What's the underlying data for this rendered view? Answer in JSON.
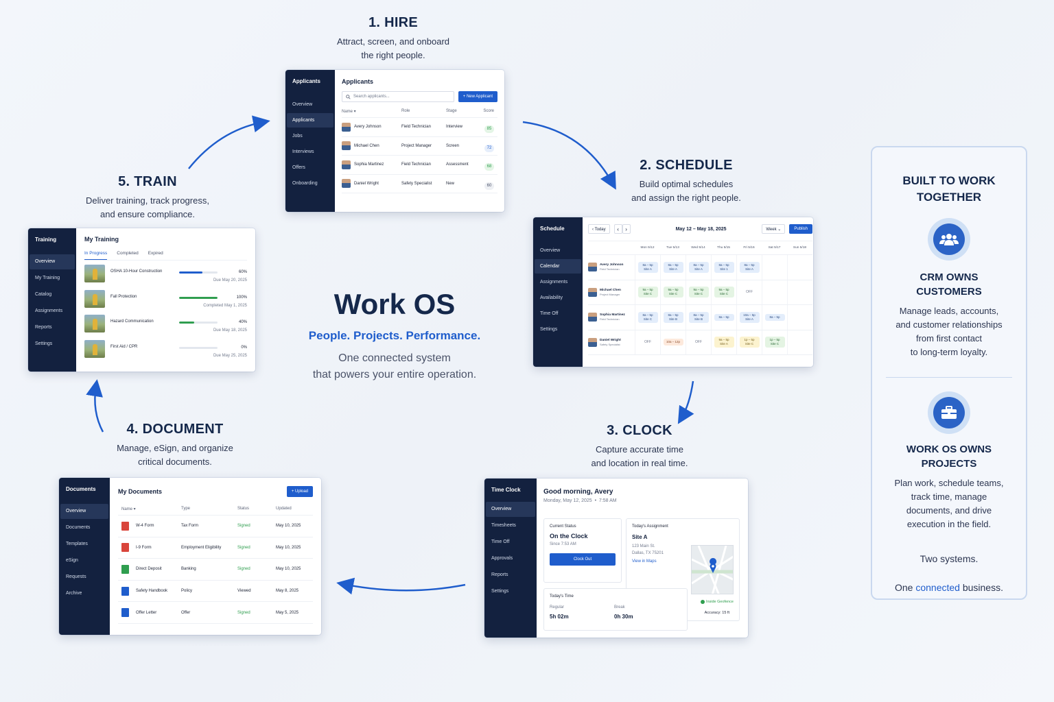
{
  "center": {
    "title": "Work OS",
    "tagline": "People. Projects. Performance.",
    "desc_line1": "One connected system",
    "desc_line2": "that powers your entire operation."
  },
  "steps": {
    "hire": {
      "title": "1. HIRE",
      "desc": "Attract, screen, and onboard\nthe right people."
    },
    "schedule": {
      "title": "2. SCHEDULE",
      "desc": "Build optimal schedules\nand assign the right people."
    },
    "clock": {
      "title": "3. CLOCK",
      "desc": "Capture accurate time\nand location in real time."
    },
    "document": {
      "title": "4. DOCUMENT",
      "desc": "Manage, eSign, and organize\ncritical documents."
    },
    "train": {
      "title": "5. TRAIN",
      "desc": "Deliver training, track progress,\nand ensure compliance."
    }
  },
  "applicants": {
    "side_title": "Applicants",
    "nav": [
      "Overview",
      "Applicants",
      "Jobs",
      "Interviews",
      "Offers",
      "Onboarding"
    ],
    "title": "Applicants",
    "search_placeholder": "Search applicants...",
    "new_button": "+ New Applicant",
    "headers": [
      "Name ▾",
      "Role",
      "Stage",
      "Score"
    ],
    "rows": [
      {
        "name": "Avery Johnson",
        "role": "Field Technician",
        "stage": "Interview",
        "score": "85"
      },
      {
        "name": "Michael Chen",
        "role": "Project Manager",
        "stage": "Screen",
        "score": "72"
      },
      {
        "name": "Sophia Martinez",
        "role": "Field Technician",
        "stage": "Assessment",
        "score": "68"
      },
      {
        "name": "Daniel Wright",
        "role": "Safety Specialist",
        "stage": "New",
        "score": "60"
      }
    ]
  },
  "schedule": {
    "side_title": "Schedule",
    "nav": [
      "Overview",
      "Calendar",
      "Assignments",
      "Availability",
      "Time Off",
      "Settings"
    ],
    "today": "Today",
    "prev": "‹",
    "next": "›",
    "range": "May 12 – May 18, 2025",
    "view": "Week",
    "publish": "Publish",
    "days": [
      "Mon 5/12",
      "Tue 5/13",
      "Wed 5/14",
      "Thu 5/15",
      "Fri 5/16",
      "Sat 5/17",
      "Sun 5/18"
    ],
    "people": [
      {
        "name": "Avery Johnson",
        "role": "Field Technician",
        "shifts": [
          "8a – 5p\nSite A",
          "8a – 5p\nSite A",
          "8a – 5p\nSite A",
          "8a – 5p\nSite 1",
          "8a – 5p\nSite A",
          "",
          ""
        ]
      },
      {
        "name": "Michael Chen",
        "role": "Project Manager",
        "shifts": [
          "9a – 5p\nSite C",
          "9a – 5p\nSite C",
          "9a – 5p\nSite C",
          "9a – 5p\nSite C",
          "OFF",
          "",
          ""
        ]
      },
      {
        "name": "Sophia Martinez",
        "role": "Field Technician",
        "shifts": [
          "8a – 5p\nSite C",
          "8a – 5p\nSite B",
          "8a – 5p\nSite B",
          "8a – 5p",
          "10a – 5p\nSite A",
          "8a – 5p",
          ""
        ]
      },
      {
        "name": "Daniel Wright",
        "role": "Safety Specialist",
        "shifts": [
          "OFF",
          "10a – 12p",
          "OFF",
          "9a – 5p\nSite A",
          "1p – 5p\nSite C",
          "1p – 5p\nSite C",
          ""
        ]
      }
    ]
  },
  "timeclock": {
    "side_title": "Time Clock",
    "nav": [
      "Overview",
      "Timesheets",
      "Time Off",
      "Approvals",
      "Reports",
      "Settings"
    ],
    "greeting": "Good morning, Avery",
    "date": "Monday, May 12, 2025  •  7:58 AM",
    "status_label": "Current Status",
    "status": "On the Clock",
    "since": "Since 7:53 AM",
    "clock_out": "Clock Out",
    "assign_label": "Today's Assignment",
    "site": "Site A",
    "address1": "123 Main St.",
    "address2": "Dallas, TX 75201",
    "maps_link": "View in Maps",
    "time_label": "Today's Time",
    "regular_label": "Regular",
    "regular": "5h 02m",
    "break_label": "Break",
    "break": "0h 30m",
    "geofence": "Inside Geofence",
    "accuracy": "Accuracy: 15 ft"
  },
  "documents": {
    "side_title": "Documents",
    "nav": [
      "Overview",
      "Documents",
      "Templates",
      "eSign",
      "Requests",
      "Archive"
    ],
    "title": "My Documents",
    "upload": "+ Upload",
    "headers": [
      "Name ▾",
      "Type",
      "Status",
      "Updated"
    ],
    "rows": [
      {
        "name": "W-4 Form",
        "type": "Tax Form",
        "status": "Signed",
        "updated": "May 10, 2025"
      },
      {
        "name": "I-9 Form",
        "type": "Employment Eligibility",
        "status": "Signed",
        "updated": "May 10, 2025"
      },
      {
        "name": "Direct Deposit",
        "type": "Banking",
        "status": "Signed",
        "updated": "May 10, 2025"
      },
      {
        "name": "Safety Handbook",
        "type": "Policy",
        "status": "Viewed",
        "updated": "May 8, 2025"
      },
      {
        "name": "Offer Letter",
        "type": "Offer",
        "status": "Signed",
        "updated": "May 5, 2025"
      }
    ]
  },
  "training": {
    "side_title": "Training",
    "nav": [
      "Overview",
      "My Training",
      "Catalog",
      "Assignments",
      "Reports",
      "Settings"
    ],
    "title": "My Training",
    "tabs": [
      "In Progress",
      "Completed",
      "Expired"
    ],
    "courses": [
      {
        "name": "OSHA 10-Hour Construction",
        "percent_label": "60%",
        "progress": 0.6,
        "due": "Due May 20, 2025"
      },
      {
        "name": "Fall Protection",
        "percent_label": "100%",
        "progress": 1.0,
        "due": "Completed May 1, 2025"
      },
      {
        "name": "Hazard Communication",
        "percent_label": "40%",
        "progress": 0.4,
        "due": "Due May 18, 2025"
      },
      {
        "name": "First Aid / CPR",
        "percent_label": "0%",
        "progress": 0.0,
        "due": "Due May 25, 2025"
      }
    ]
  },
  "panel": {
    "title": "BUILT TO WORK\nTOGETHER",
    "crm_heading": "CRM OWNS\nCUSTOMERS",
    "crm_desc": "Manage leads, accounts,\nand customer relationships\nfrom first contact\nto long-term loyalty.",
    "wos_heading": "WORK OS OWNS\nPROJECTS",
    "wos_desc": "Plan work, schedule teams,\ntrack time, manage\ndocuments, and drive\nexecution in the field.",
    "footer_line1": "Two systems.",
    "footer_one": "One ",
    "footer_connected": "connected",
    "footer_business": " business."
  },
  "colors": {
    "accent": "#1f5dcc",
    "navy": "#13213f",
    "green": "#2f9e4f"
  }
}
